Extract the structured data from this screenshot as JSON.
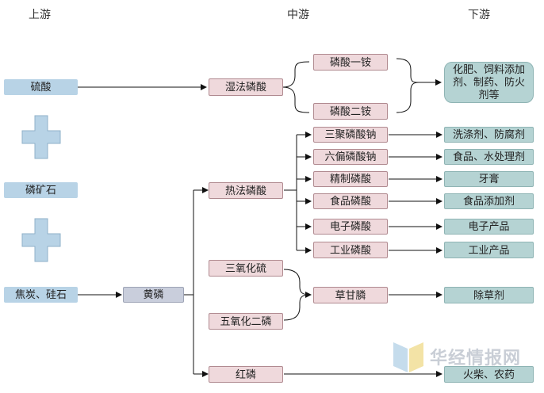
{
  "headers": {
    "upstream": "上游",
    "midstream": "中游",
    "downstream": "下游"
  },
  "upstream": {
    "sulfuric_acid": "硫酸",
    "phosphate_rock": "磷矿石",
    "coke_silica": "焦炭、硅石"
  },
  "intermediate": {
    "yellow_phosphorus": "黄磷",
    "wet_phosphoric_acid": "湿法磷酸",
    "thermal_phosphoric_acid": "热法磷酸",
    "sulfur_trioxide": "三氧化硫",
    "phosphorus_pentoxide": "五氧化二磷",
    "red_phosphorus": "红磷"
  },
  "midstream_products": {
    "map": "磷酸一铵",
    "dap": "磷酸二铵",
    "stpp": "三聚磷酸钠",
    "shmp": "六偏磷酸钠",
    "refined": "精制磷酸",
    "food": "食品磷酸",
    "electronic": "电子磷酸",
    "industrial": "工业磷酸",
    "glyphosate": "草甘膦"
  },
  "downstream": {
    "fertilizer": "化肥、饲料添加剂、制药、防火剂等",
    "detergent": "洗涤剂、防腐剂",
    "food_water": "食品、水处理剂",
    "toothpaste": "牙膏",
    "food_additive": "食品添加剂",
    "electronics": "电子产品",
    "industrial": "工业产品",
    "herbicide": "除草剂",
    "matches": "火柴、农药"
  },
  "watermark": {
    "text": "华经情报网"
  },
  "colors": {
    "blue": "#b8d3e6",
    "pink": "#efd9dc",
    "gray": "#c9cedc",
    "teal": "#b5d3d3",
    "plus": "#b8d3e6"
  }
}
